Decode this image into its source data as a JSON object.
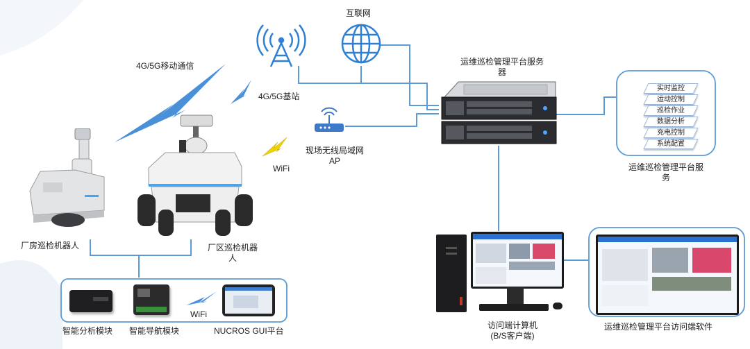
{
  "labels": {
    "internet": "互联网",
    "mobile_comm": "4G/5G移动通信",
    "base_station": "4G/5G基站",
    "wifi_ap_line1": "现场无线局域网",
    "wifi_ap_line2": "AP",
    "wifi_left": "WiFi",
    "wifi_bottom": "WiFi",
    "server_title_line1": "运维巡检管理平台服务",
    "server_title_line2": "器",
    "service_title_line1": "运维巡检管理平台服",
    "service_title_line2": "务",
    "factory_robot": "厂房巡检机器人",
    "plant_robot_line1": "厂区巡检机器",
    "plant_robot_line2": "人",
    "smart_analysis": "智能分析模块",
    "smart_nav": "智能导航模块",
    "nucros": "NUCROS GUI平台",
    "client_pc_line1": "访问端计算机",
    "client_pc_line2": "(B/S客户端)",
    "client_software": "运维巡检管理平台访问端软件"
  },
  "service_modules": [
    "实时监控",
    "运动控制",
    "巡检作业",
    "数据分析",
    "充电控制",
    "系统配置"
  ],
  "colors": {
    "line": "#5b9bd5",
    "lightning": "#4a90d9",
    "wifi_yellow": "#f2d200",
    "dark": "#2a2a2a"
  }
}
